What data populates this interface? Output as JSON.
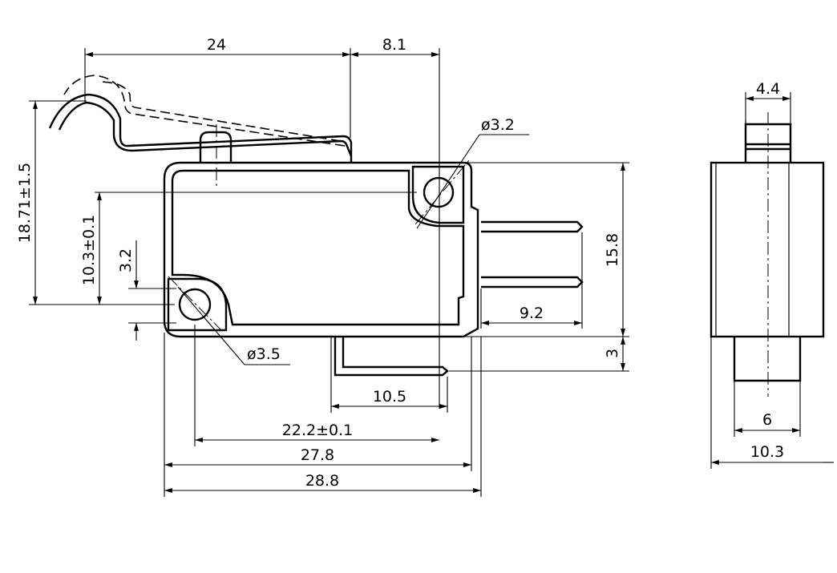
{
  "figure": {
    "dimensions": {
      "top_width": "24",
      "top_offset": "8.1",
      "mount_hole_top": "ø3.2",
      "mount_hole_bottom": "ø3.5",
      "actuator_height": "18.71±1.5",
      "hole_height": "10.3±0.1",
      "hole_offset": "3.2",
      "body_height": "15.8",
      "terminal_length": "9.2",
      "terminal_gap": "3",
      "bottom_terminal": "10.5",
      "hole_spacing": "22.2±0.1",
      "body_length": "27.8",
      "overall_length": "28.8",
      "side_top": "4.4",
      "side_plunger": "6",
      "side_width": "10.3"
    }
  }
}
